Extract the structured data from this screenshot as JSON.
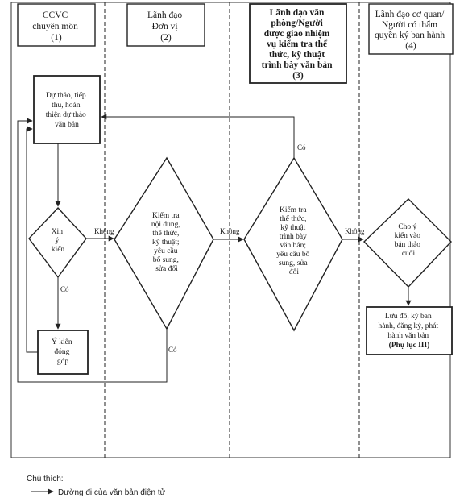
{
  "lanes": [
    {
      "lines": [
        "CCVC",
        "chuyên môn",
        "(1)"
      ]
    },
    {
      "lines": [
        "Lãnh đạo",
        "Đơn vị",
        "(2)"
      ]
    },
    {
      "lines": [
        "Lãnh đạo văn",
        "phòng/Người",
        "được giao nhiệm",
        "vụ kiểm tra thể",
        "thức, kỹ thuật",
        "trình bày văn bản",
        "(3)"
      ]
    },
    {
      "lines": [
        "Lãnh đạo cơ quan/",
        "Người có thẩm",
        "quyền ký ban hành",
        "(4)"
      ]
    }
  ],
  "nodes": {
    "draft": [
      "Dự thảo, tiếp",
      "thu, hoàn",
      "thiện dự thảo",
      "văn bản"
    ],
    "ask": [
      "Xin",
      "ý",
      "kiến"
    ],
    "comment": [
      "Ý kiến",
      "đóng",
      "góp"
    ],
    "review2": [
      "Kiểm tra",
      "nội dung,",
      "thể thức,",
      "kỹ thuật;",
      "yêu cầu",
      "bổ sung,",
      "sửa đổi"
    ],
    "review3": [
      "Kiểm tra",
      "thể thức,",
      "kỹ thuật",
      "trình bày",
      "văn bản;",
      "yêu cầu bổ",
      "sung, sửa",
      "đổi"
    ],
    "final": [
      "Cho ý",
      "kiến vào",
      "bản thảo",
      "cuối"
    ],
    "issue": [
      "Lưu đồ, ký ban",
      "hành, đăng ký, phát",
      "hành văn bản",
      "(Phụ lục III)"
    ]
  },
  "edges": {
    "no1": "Không",
    "no2": "Không",
    "no3": "Không",
    "yes1": "Có",
    "yes2": "Có",
    "yes3": "Có"
  },
  "legend": {
    "title": "Chú thích:",
    "item": "Đường đi của văn bản điện tử"
  }
}
